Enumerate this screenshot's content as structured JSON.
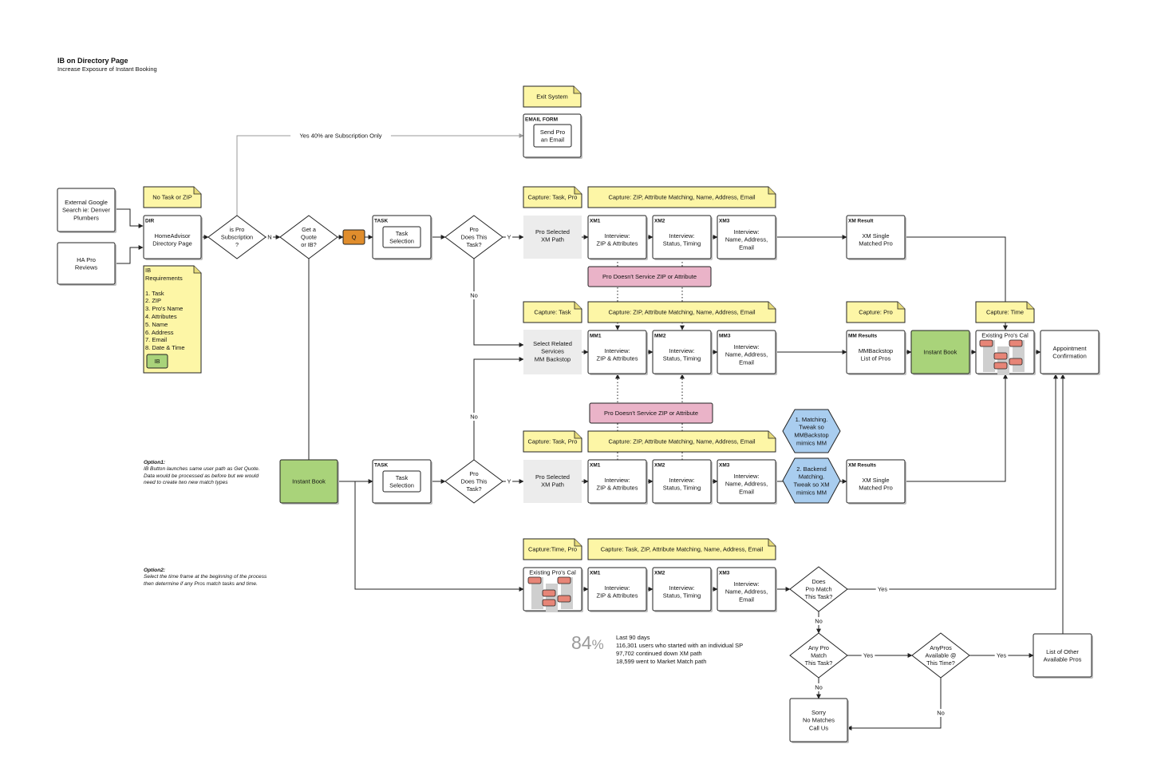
{
  "header": {
    "title": "IB on Directory Page",
    "subtitle": "Increase Exposure of Instant Booking"
  },
  "top": {
    "exit_system": "Exit System",
    "email_form_title": "EMAIL FORM",
    "send_pro_email": [
      "Send Pro",
      "an Email"
    ],
    "yes_subscription_label": "Yes 40% are Subscription Only"
  },
  "entry": {
    "external_google": [
      "External Google",
      "Search ie: Denver",
      "Plumbers"
    ],
    "ha_pro_reviews": [
      "HA Pro",
      "Reviews"
    ],
    "no_task_zip": "No Task or ZIP",
    "dir_title": "DIR",
    "dir_page": [
      "HomeAdvisor",
      "Directory Page"
    ]
  },
  "ib_requirements": {
    "title": [
      "IB",
      "Requirements"
    ],
    "items": [
      "1. Task",
      "2. ZIP",
      "3. Pro's Name",
      "4. Attributes",
      "5. Name",
      "6. Address",
      "7. Email",
      "8. Date & Time"
    ],
    "button": "IB"
  },
  "decisions": {
    "pro_subscription": [
      "is Pro",
      "Subscription",
      "?"
    ],
    "get_quote": [
      "Get a",
      "Quote",
      "or IB?"
    ],
    "pro_does_task": [
      "Pro",
      "Does This",
      "Task?"
    ],
    "does_pro_match": [
      "Does",
      "Pro Match",
      "This Task?"
    ],
    "any_pro_match": [
      "Any Pro",
      "Match",
      "This Task?"
    ],
    "any_pros_available": [
      "AnyPros",
      "Available @",
      "This Time?"
    ]
  },
  "labels": {
    "N": "N",
    "Y": "Y",
    "Q": "Q",
    "no": "No",
    "yes": "Yes"
  },
  "nodes": {
    "task_title": "TASK",
    "task_selection": [
      "Task",
      "Selection"
    ],
    "pro_selected_xm": [
      "Pro Selected",
      "XM Path"
    ],
    "select_related": [
      "Select Related",
      "Services",
      "MM Backstop"
    ],
    "instant_book": "Instant Book",
    "xm1": "XM1",
    "xm2": "XM2",
    "xm3": "XM3",
    "mm1": "MM1",
    "mm2": "MM2",
    "mm3": "MM3",
    "interview_zip": [
      "Interview:",
      "ZIP & Attributes"
    ],
    "interview_status": [
      "Interview:",
      "Status, Timing"
    ],
    "interview_name": [
      "Interview:",
      "Name, Address,",
      "Email"
    ],
    "xm_result_title": "XM Result",
    "xm_results_title": "XM Results",
    "xm_single_matched": [
      "XM Single",
      "Matched Pro"
    ],
    "mm_results_title": "MM Results",
    "mm_backstop_list": [
      "MMBackstop",
      "List of Pros"
    ],
    "existing_pros_cal": "Existing Pro's Cal",
    "appointment_confirmation": [
      "Appointment",
      "Confirmation"
    ],
    "pro_doesnt_service": "Pro Doesn't Service ZIP or Attribute",
    "matching_tweak": [
      "1. Matching.",
      "Tweak so",
      "MMBackstop",
      "mimics MM"
    ],
    "backend_matching": [
      "2. Backend",
      "Matching.",
      "Tweak so XM",
      "mimics MM"
    ],
    "sorry_no_matches": [
      "Sorry",
      "No Matches",
      "Call Us"
    ],
    "list_other_pros": [
      "List of Other",
      "Available Pros"
    ]
  },
  "notes": {
    "capture_task_pro": "Capture: Task, Pro",
    "capture_zip_attr": "Capture: ZIP, Attribute Matching, Name, Address, Email",
    "capture_task": "Capture: Task",
    "capture_pro": "Capture: Pro",
    "capture_time": "Capture: Time",
    "capture_time_pro": "Capture:Time, Pro",
    "capture_task_zip_attr": "Capture: Task, ZIP, Attribute Matching, Name, Address, Email"
  },
  "options": {
    "option1_title": "Option1:",
    "option1_text": "IB Button launches same user path as Get Quote. Data would be processed as before but we would need to create two new match types",
    "option2_title": "Option2:",
    "option2_text": "Select the time frame at the beginning of the process then determine if any Pros match tasks and time."
  },
  "stats": {
    "percent": "84",
    "percent_sign": "%",
    "lines": [
      "Last 90 days",
      "116,301 users who started with an individual SP",
      "97,702 continued down XM path",
      "18,599 went to Market Match path"
    ]
  },
  "colors": {
    "note_yellow": "#fdf6a6",
    "green": "#a9d37a",
    "pink": "#eab3c8",
    "blue": "#a9cdef",
    "orange": "#e08d2c",
    "gray_box": "#ececec",
    "cal_red": "#e78577"
  }
}
